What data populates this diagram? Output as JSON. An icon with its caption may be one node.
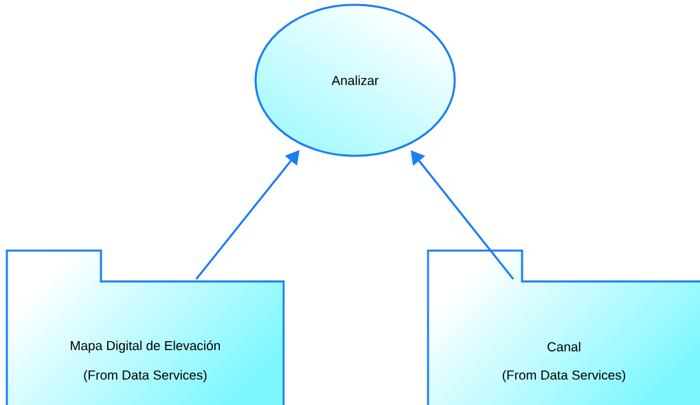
{
  "diagram": {
    "nodes": [
      {
        "text": [
          "Analizar"
        ]
      },
      {
        "text": [
          "Mapa Digital de Elevación",
          "(From Data Services)"
        ]
      },
      {
        "text": [
          "Canal",
          "(From Data Services)"
        ]
      }
    ],
    "edges": [
      {
        "from": 1,
        "to": 0,
        "arrow": "to"
      },
      {
        "from": 2,
        "to": 0,
        "arrow": "to"
      }
    ]
  }
}
